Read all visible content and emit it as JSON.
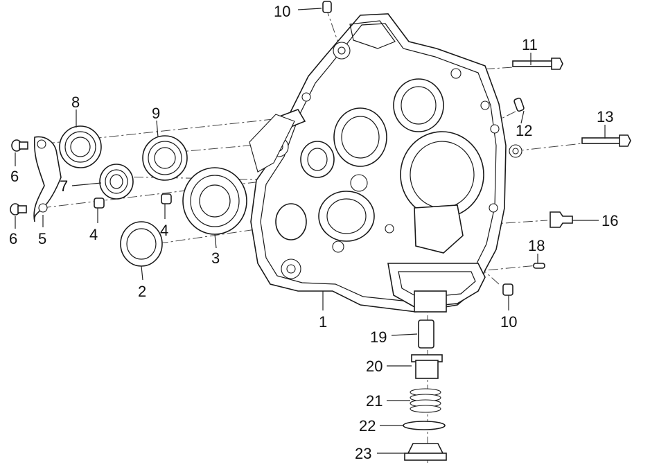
{
  "diagram": {
    "callouts": [
      {
        "id": "c10a",
        "text": "10"
      },
      {
        "id": "c11",
        "text": "11"
      },
      {
        "id": "c8",
        "text": "8"
      },
      {
        "id": "c9",
        "text": "9"
      },
      {
        "id": "c13",
        "text": "13"
      },
      {
        "id": "c12",
        "text": "12"
      },
      {
        "id": "c6a",
        "text": "6"
      },
      {
        "id": "c7",
        "text": "7"
      },
      {
        "id": "c6b",
        "text": "6"
      },
      {
        "id": "c5",
        "text": "5"
      },
      {
        "id": "c4a",
        "text": "4"
      },
      {
        "id": "c4b",
        "text": "4"
      },
      {
        "id": "c3",
        "text": "3"
      },
      {
        "id": "c16",
        "text": "16"
      },
      {
        "id": "c18",
        "text": "18"
      },
      {
        "id": "c2",
        "text": "2"
      },
      {
        "id": "c1",
        "text": "1"
      },
      {
        "id": "c10b",
        "text": "10"
      },
      {
        "id": "c19",
        "text": "19"
      },
      {
        "id": "c20",
        "text": "20"
      },
      {
        "id": "c21",
        "text": "21"
      },
      {
        "id": "c22",
        "text": "22"
      },
      {
        "id": "c23",
        "text": "23"
      }
    ]
  }
}
